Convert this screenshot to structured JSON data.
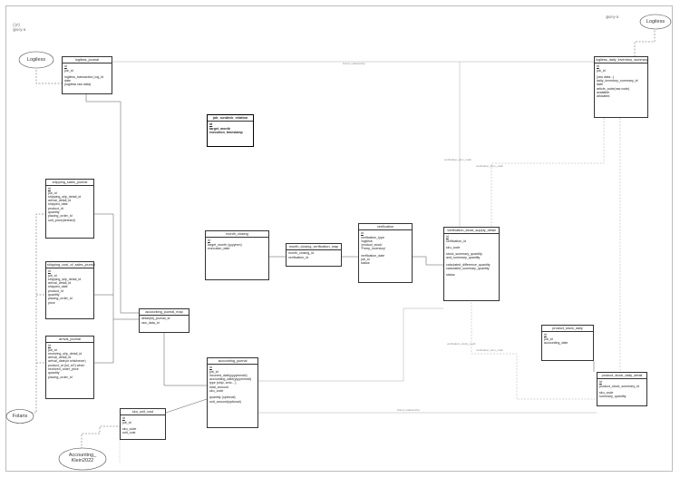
{
  "corner_notes": {
    "left": "日付\n@ory-a",
    "right": "@ory-a"
  },
  "clouds": {
    "logiless_left": "Logiless",
    "logiless_right": "Logiless",
    "folaris": "Folaris",
    "accounting": "Accounting_\nKlein2022"
  },
  "edge_labels": {
    "l1": "brand_relationship",
    "l2": "verification_item_mark",
    "l3": "verification_item_mark",
    "l4": "verification_stock_mark",
    "l5": "verification_item_mark",
    "l6": "brand_relationship"
  },
  "entities": {
    "logiless_journal": {
      "title": "logiless_journal",
      "fields": [
        "id",
        "job_id",
        "",
        "logiless_transaction_log_id",
        "date",
        "(logiless raw data)"
      ]
    },
    "logiless_daily_inventory_summary": {
      "title": "logiless_daily_inventory_summary",
      "fields": [
        "id",
        "job_id",
        "",
        "(raw data...)",
        "daily_inventory_summary_id",
        "date",
        "article_code(raw code)",
        "available",
        "allocated"
      ]
    },
    "job_rundeck_relation": {
      "title": "job_rundeck_relation",
      "fields": [
        "id",
        "target_month",
        "execution_timestamp"
      ]
    },
    "shipping_sales_journal": {
      "title": "shipping_sales_journal",
      "fields": [
        "id",
        "job_id",
        "shipping_slip_detail_id",
        "arrival_detail_id",
        "shipped_date",
        "product_id",
        "quantity",
        "placing_order_id",
        "unit_price(deleted)"
      ]
    },
    "shipping_cost_of_sales_journal": {
      "title": "shipping_cost_of_sales_journal",
      "fields": [
        "id",
        "job_id",
        "shipping_slip_detail_id",
        "arrival_detail_id",
        "shipped_date",
        "product_id",
        "quantity",
        "placing_order_id",
        "price"
      ]
    },
    "arrival_journal": {
      "title": "arrival_journal",
      "fields": [
        "id",
        "job_id",
        "receiving_slip_detail_id",
        "arrival_detail_id",
        "arrival_date(or whichever)",
        "product_id (lot_id?) when",
        "received_order_price",
        "quantity",
        "placing_order_id"
      ]
    },
    "month_closing": {
      "title": "month_closing",
      "fields": [
        "id",
        "target_month (yyyymm)",
        "execution_date"
      ]
    },
    "month_closing_verification_map": {
      "title": "month_closing_verification_map",
      "fields": [
        "month_closing_id",
        "verification_id"
      ]
    },
    "verification": {
      "title": "verification",
      "fields": [
        "id",
        "verification_type",
        "  'logiless'",
        "  'product_stock'",
        "  'Freep_inventory'",
        "",
        "verification_date",
        "job_id",
        "status"
      ]
    },
    "verification_stock_supply_detail": {
      "title": "verification_stock_supply_detail",
      "fields": [
        "id",
        "verification_id",
        "",
        "sku_code",
        "",
        "stock_summary_quantity",
        "and_summary_quantity",
        "",
        "calculated_difference_quantity",
        "calculated_summary_quantity",
        "",
        "status"
      ]
    },
    "accounting_journal_map": {
      "title": "accounting_journal_map",
      "fields": [
        "detail(id)_journal_id",
        "raw_data_id"
      ]
    },
    "accounting_journal": {
      "title": "accounting_journal",
      "fields": [
        "id",
        "job_id",
        "incurred_date(yyyymmdd)",
        "accounting_date(yyyymmdd)",
        "type (ship, arriv....)",
        "total_amount",
        "sku_code",
        "",
        "quantity (optional)",
        "unit_amount(optional)"
      ]
    },
    "sku_unit_cost": {
      "title": "sku_unit_cost",
      "fields": [
        "id",
        "job_id",
        "",
        "sku_code",
        "unit_cost"
      ]
    },
    "product_stock_daily": {
      "title": "product_stock_daily",
      "fields": [
        "id",
        "job_id",
        "accounting_date"
      ]
    },
    "product_stock_daily_detail": {
      "title": "product_stock_daily_detail",
      "fields": [
        "id",
        "product_stock_summary_id",
        "",
        "sku_code",
        "summary_quantity"
      ]
    }
  }
}
